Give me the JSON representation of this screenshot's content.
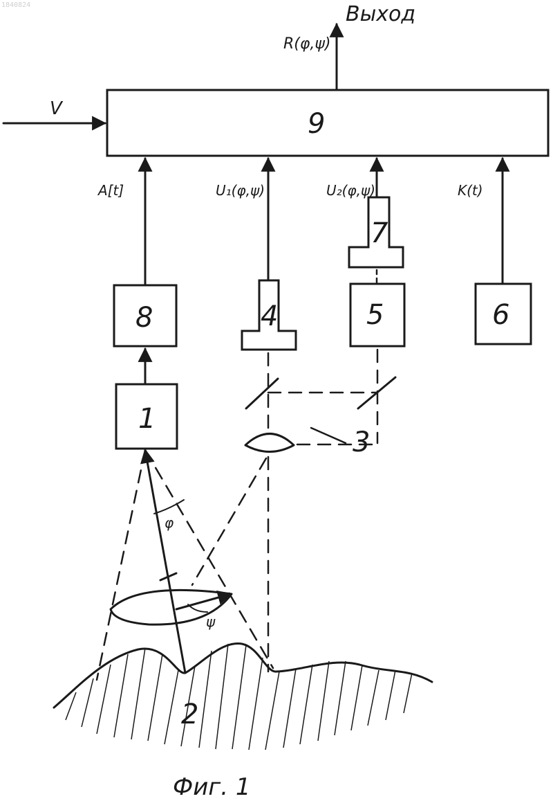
{
  "corner_id": "1840824",
  "output": {
    "label": "Выход",
    "signal": "R(φ,ψ)"
  },
  "input_v": "V",
  "blocks": {
    "b9": "9",
    "b8": "8",
    "b4": "4",
    "b5": "5",
    "b6": "6",
    "b7": "7",
    "b1": "1"
  },
  "signals": {
    "a": "A[t]",
    "u1": "U₁(φ,ψ)",
    "u2": "U₂(φ,ψ)",
    "k": "K(t)"
  },
  "optics_label": "3",
  "surface_label": "2",
  "angles": {
    "phi": "φ",
    "psi": "ψ"
  },
  "caption": "Фиг. 1"
}
